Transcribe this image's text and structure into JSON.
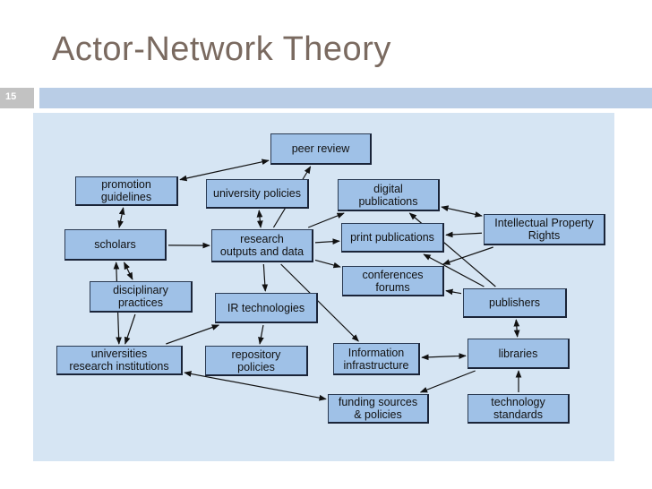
{
  "slide": {
    "title": "Actor-Network Theory",
    "number": "15"
  },
  "colors": {
    "title_text": "#7a6a60",
    "header_bar": "#b9cde6",
    "number_bar": "#c2c2c2",
    "diagram_background": "#d6e5f3",
    "node_fill": "#9fc1e7",
    "node_border": "#2a3a52",
    "arrow": "#111111"
  },
  "nodes": {
    "peer_review": "peer review",
    "promotion_guidelines": "promotion\nguidelines",
    "university_policies": "university policies",
    "digital_publications": "digital\npublications",
    "intellectual_property_rights": "Intellectual Property\nRights",
    "scholars": "scholars",
    "research_outputs_and_data": "research\noutputs and data",
    "print_publications": "print publications",
    "conferences_forums": "conferences\nforums",
    "disciplinary_practices": "disciplinary\npractices",
    "ir_technologies": "IR technologies",
    "publishers": "publishers",
    "universities_research_institutions": "universities\nresearch institutions",
    "repository_policies": "repository\npolicies",
    "information_infrastructure": "Information\ninfrastructure",
    "libraries": "libraries",
    "funding_sources_and_policies": "funding sources\n& policies",
    "technology_standards": "technology\nstandards"
  },
  "edges": [
    {
      "from": "promotion_guidelines",
      "to": "peer_review",
      "arrows": "both"
    },
    {
      "from": "research_outputs_and_data",
      "to": "peer_review",
      "arrows": "end"
    },
    {
      "from": "promotion_guidelines",
      "to": "scholars",
      "arrows": "both"
    },
    {
      "from": "university_policies",
      "to": "research_outputs_and_data",
      "arrows": "both"
    },
    {
      "from": "scholars",
      "to": "research_outputs_and_data",
      "arrows": "end"
    },
    {
      "from": "scholars",
      "to": "disciplinary_practices",
      "arrows": "both"
    },
    {
      "from": "scholars",
      "to": "universities_research_institutions",
      "arrows": "both"
    },
    {
      "from": "research_outputs_and_data",
      "to": "digital_publications",
      "arrows": "end"
    },
    {
      "from": "research_outputs_and_data",
      "to": "print_publications",
      "arrows": "end"
    },
    {
      "from": "research_outputs_and_data",
      "to": "conferences_forums",
      "arrows": "end"
    },
    {
      "from": "research_outputs_and_data",
      "to": "ir_technologies",
      "arrows": "end"
    },
    {
      "from": "research_outputs_and_data",
      "to": "information_infrastructure",
      "arrows": "end"
    },
    {
      "from": "digital_publications",
      "to": "intellectual_property_rights",
      "arrows": "both"
    },
    {
      "from": "intellectual_property_rights",
      "to": "print_publications",
      "arrows": "end"
    },
    {
      "from": "intellectual_property_rights",
      "to": "conferences_forums",
      "arrows": "end"
    },
    {
      "from": "publishers",
      "to": "digital_publications",
      "arrows": "end"
    },
    {
      "from": "publishers",
      "to": "print_publications",
      "arrows": "end"
    },
    {
      "from": "publishers",
      "to": "conferences_forums",
      "arrows": "end"
    },
    {
      "from": "disciplinary_practices",
      "to": "universities_research_institutions",
      "arrows": "end"
    },
    {
      "from": "universities_research_institutions",
      "to": "ir_technologies",
      "arrows": "end"
    },
    {
      "from": "ir_technologies",
      "to": "repository_policies",
      "arrows": "end"
    },
    {
      "from": "information_infrastructure",
      "to": "libraries",
      "arrows": "both"
    },
    {
      "from": "libraries",
      "to": "publishers",
      "arrows": "both"
    },
    {
      "from": "libraries",
      "to": "funding_sources_and_policies",
      "arrows": "end"
    },
    {
      "from": "universities_research_institutions",
      "to": "funding_sources_and_policies",
      "arrows": "both"
    },
    {
      "from": "technology_standards",
      "to": "libraries",
      "arrows": "end"
    }
  ]
}
